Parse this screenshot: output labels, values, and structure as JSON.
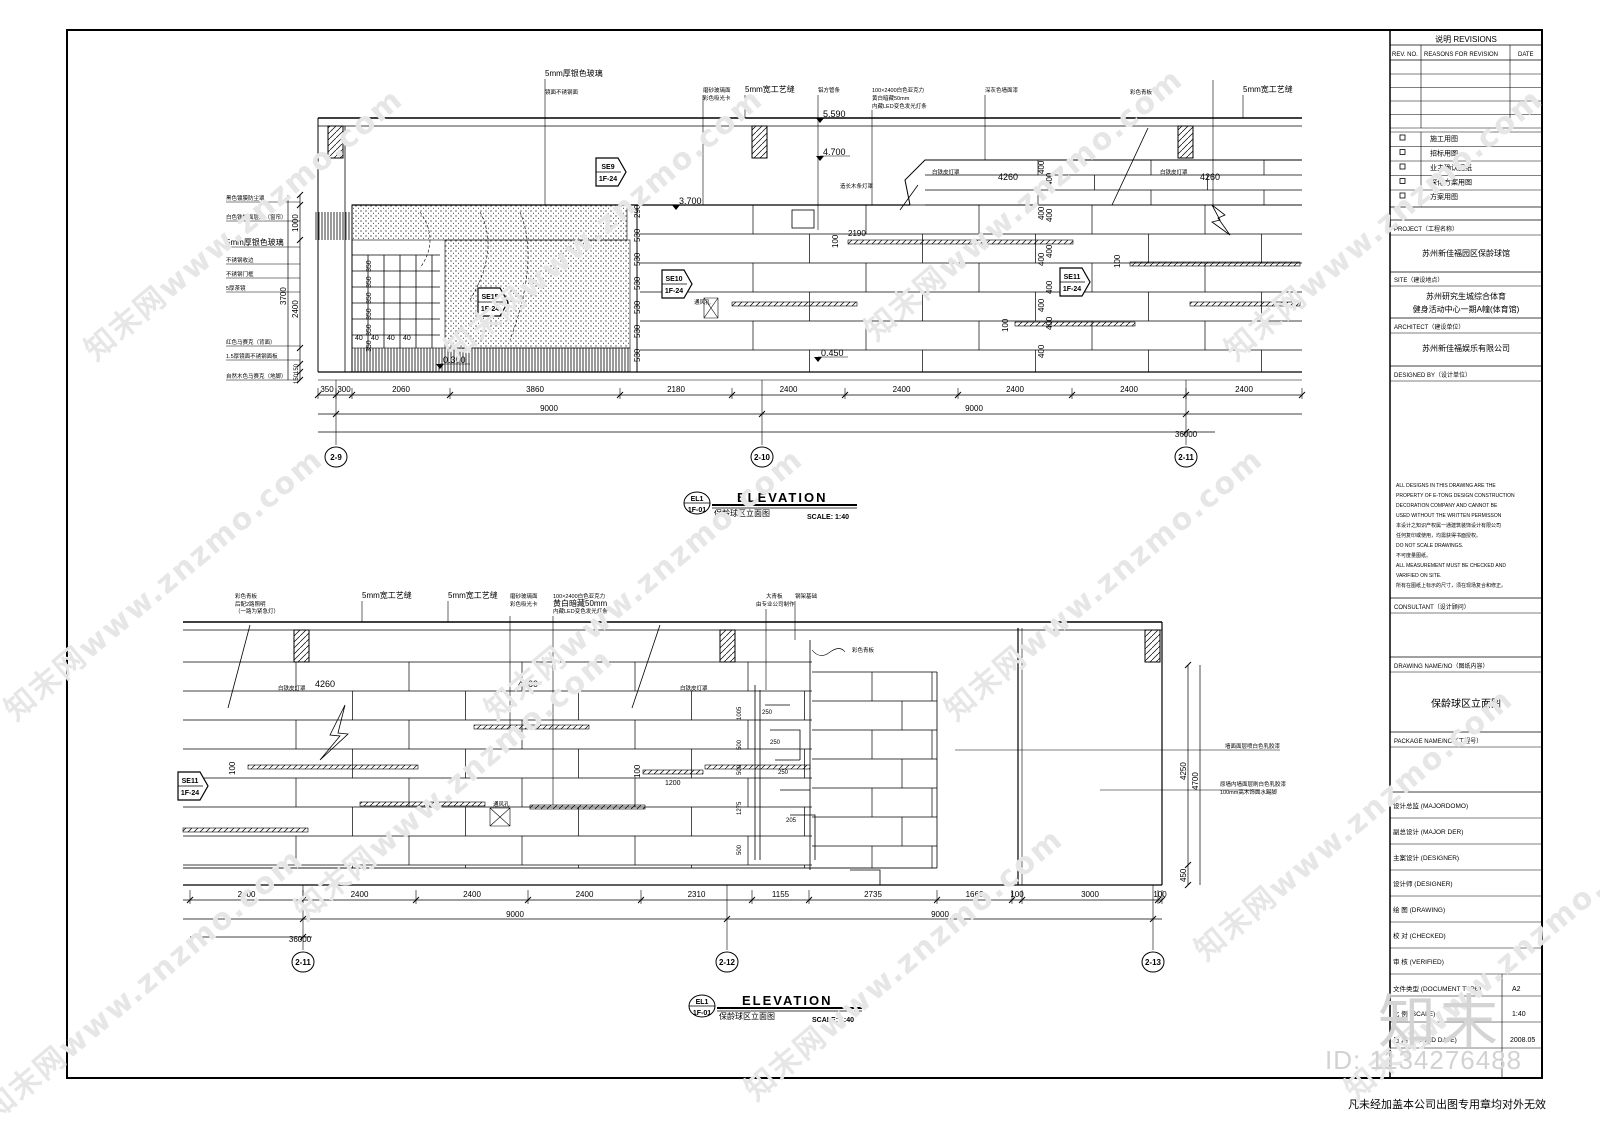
{
  "drawing": {
    "elevation_1": {
      "title": "ELEVATION",
      "sub": "保龄球区立面图",
      "scale": "SCALE: 1:40",
      "tag_top": "EL1",
      "tag_bot": "1F-01",
      "levels": [
        "5.590",
        "4.700",
        "3.700",
        "0.450",
        "0.300"
      ],
      "dims_bottom": [
        "350",
        "300",
        "2060",
        "3860",
        "2180",
        "2400",
        "2400",
        "2400",
        "2400",
        "2400"
      ],
      "dims_mid": [
        "9000",
        "9000"
      ],
      "dims_total": "36000",
      "axes": [
        "2-9",
        "2-10",
        "2-11"
      ],
      "sections": [
        {
          "top": "SE9",
          "bot": "1F-24"
        },
        {
          "top": "SE10",
          "bot": "1F-24"
        },
        {
          "top": "SE11",
          "bot": "1F-24"
        },
        {
          "top": "SE15",
          "bot": "1F-24"
        }
      ],
      "left_dims": [
        "1000",
        "3700",
        "2400",
        "150",
        "150"
      ],
      "wall_dims": [
        "4260",
        "4260",
        "2190",
        "100",
        "100",
        "100"
      ],
      "stack_dims": [
        "400",
        "400",
        "400",
        "400",
        "400",
        "400",
        "400",
        "400",
        "400",
        "400"
      ],
      "stack_dims2": [
        "530",
        "530",
        "530",
        "530",
        "530",
        "530",
        "290"
      ],
      "shelf_dims": [
        "350",
        "350",
        "350",
        "350",
        "350",
        "350",
        "40",
        "40",
        "40",
        "40"
      ],
      "left_labels": [
        "黑色镀膜防尘罩",
        "白色铁板面层灯（窗帘）",
        "5mm厚银色玻璃",
        "不锈钢收边",
        "不锈钢门框",
        "5厚茶镜",
        "红色马赛克（背面）",
        "1.5厚镜面不锈钢面板",
        "自然木色马赛克（地脚）"
      ],
      "top_labels": [
        "5mm厚银色玻璃",
        "镜面不锈钢面",
        "磨砂玻璃面",
        "彩色吸光卡",
        "5mm宽工艺缝",
        "铝方管条",
        "100×2400白色亚克力",
        "黄白暗藏50mm",
        "内藏LED变色发光灯条",
        "深灰色墙面漆",
        "彩色青板",
        "5mm宽工艺缝"
      ],
      "mid_labels": [
        "白铁皮灯罩",
        "白铁皮灯罩",
        "造长木条灯罩",
        "通风孔"
      ]
    },
    "elevation_2": {
      "title": "ELEVATION",
      "sub": "保龄球区立面图",
      "scale": "SCALE: 1:40",
      "tag_top": "EL1",
      "tag_bot": "1F-01",
      "dims_bottom": [
        "2400",
        "2400",
        "2400",
        "2400",
        "2310",
        "1155",
        "2735",
        "1660",
        "100",
        "3000",
        "100"
      ],
      "dims_mid": [
        "9000",
        "9000"
      ],
      "dims_total": "36000",
      "axes": [
        "2-11",
        "2-12",
        "2-13"
      ],
      "section": {
        "top": "SE11",
        "bot": "1F-24"
      },
      "right_dims": [
        "4250",
        "4700",
        "450"
      ],
      "stair_dims": [
        "1005",
        "500",
        "500",
        "1275",
        "500",
        "250",
        "250",
        "250",
        "205"
      ],
      "wall_dims": [
        "4260",
        "4260",
        "100",
        "100",
        "1200"
      ],
      "labels": [
        "彩色青板",
        "后配2路照明",
        "（一路为紧急灯）",
        "白铁皮灯罩",
        "5mm宽工艺缝",
        "5mm宽工艺缝",
        "磨砂玻璃面",
        "彩色吸光卡",
        "100×2400白色亚克力",
        "黄白暗藏50mm",
        "内藏LED变色发光灯条",
        "大青板",
        "由专业公司制作",
        "钢架基础",
        "彩色青板",
        "白铁皮灯罩",
        "墙面面层喷白色乳胶漆",
        "原墙内墙面层刷白色乳胶漆",
        "100mm高木饰面水踢脚",
        "通风孔"
      ]
    }
  },
  "title_block": {
    "revisions_header": "说明  REVISIONS",
    "rev_cols": [
      "REV. NO.",
      "REASONS FOR REVISION",
      "DATE"
    ],
    "usage_items": [
      "施工用图",
      "招标用图",
      "业主确认图纸",
      "深化方案用图",
      "方案用图"
    ],
    "project_label": "PROJECT（工程名称）",
    "project": "苏州新佳福园区保龄球馆",
    "site_label": "SITE（建设地点）",
    "site_line1": "苏州研究生城综合体育",
    "site_line2": "健身活动中心一期A幢(体育馆)",
    "architect_label": "ARCHITECT（建设单位）",
    "architect": "苏州新佳福娱乐有限公司",
    "designed_label": "DESIGNED BY（设计单位）",
    "disclaimer": [
      "ALL DESIGNS IN THIS DRAWING ARE THE",
      "PROPERTY OF  E-TONG  DESIGN CONSTRUCTION",
      "DECORATION COMPANY AND CANNOT BE",
      "USED WITHOUT THE WRITTEN PERMISSON",
      "本设计之知识产权属一通建筑装饰设计有限公司",
      "任何复印或使用，均需获得书面授权。",
      "DO NOT SCALE DRAWINGS.",
      "不可度量图纸。",
      "ALL MEASUREMENT MUST BE CHECKED AND",
      "VARIFIED ON SITE.",
      "所有在图纸上标示的尺寸，须在现场复合和修正。"
    ],
    "consultant_label": "CONSULTANT（设计顾问）",
    "drawing_name_label": "DRAWING NAME/NO（图纸内容）",
    "drawing_name": "保龄球区立面图",
    "package_label": "PACKAGE NAME/NO（工程号）",
    "roles": [
      "设计总监 (MAJORDOMO)",
      "副总设计 (MAJOR DER)",
      "主案设计 (DESIGNER)",
      "设计师  (DESIGNER)",
      "绘   图 (DRAWING)",
      "校   对 (CHECKED)",
      "审   核 (VERIFIED)"
    ],
    "doc_type_label": "文件类型 (DOCUMENT TYPE)",
    "doc_type": "A2",
    "scale_label": "比   例 (SCALE)",
    "scale": "1:40",
    "date_label": "日   期 (ISSUED DATE)",
    "date": "2008.05"
  },
  "watermark": {
    "text": "知末网www.znzmo.com",
    "logo": "知末",
    "id": "ID: 1134276488"
  },
  "footer_note": "凡未经加盖本公司出图专用章均对外无效"
}
